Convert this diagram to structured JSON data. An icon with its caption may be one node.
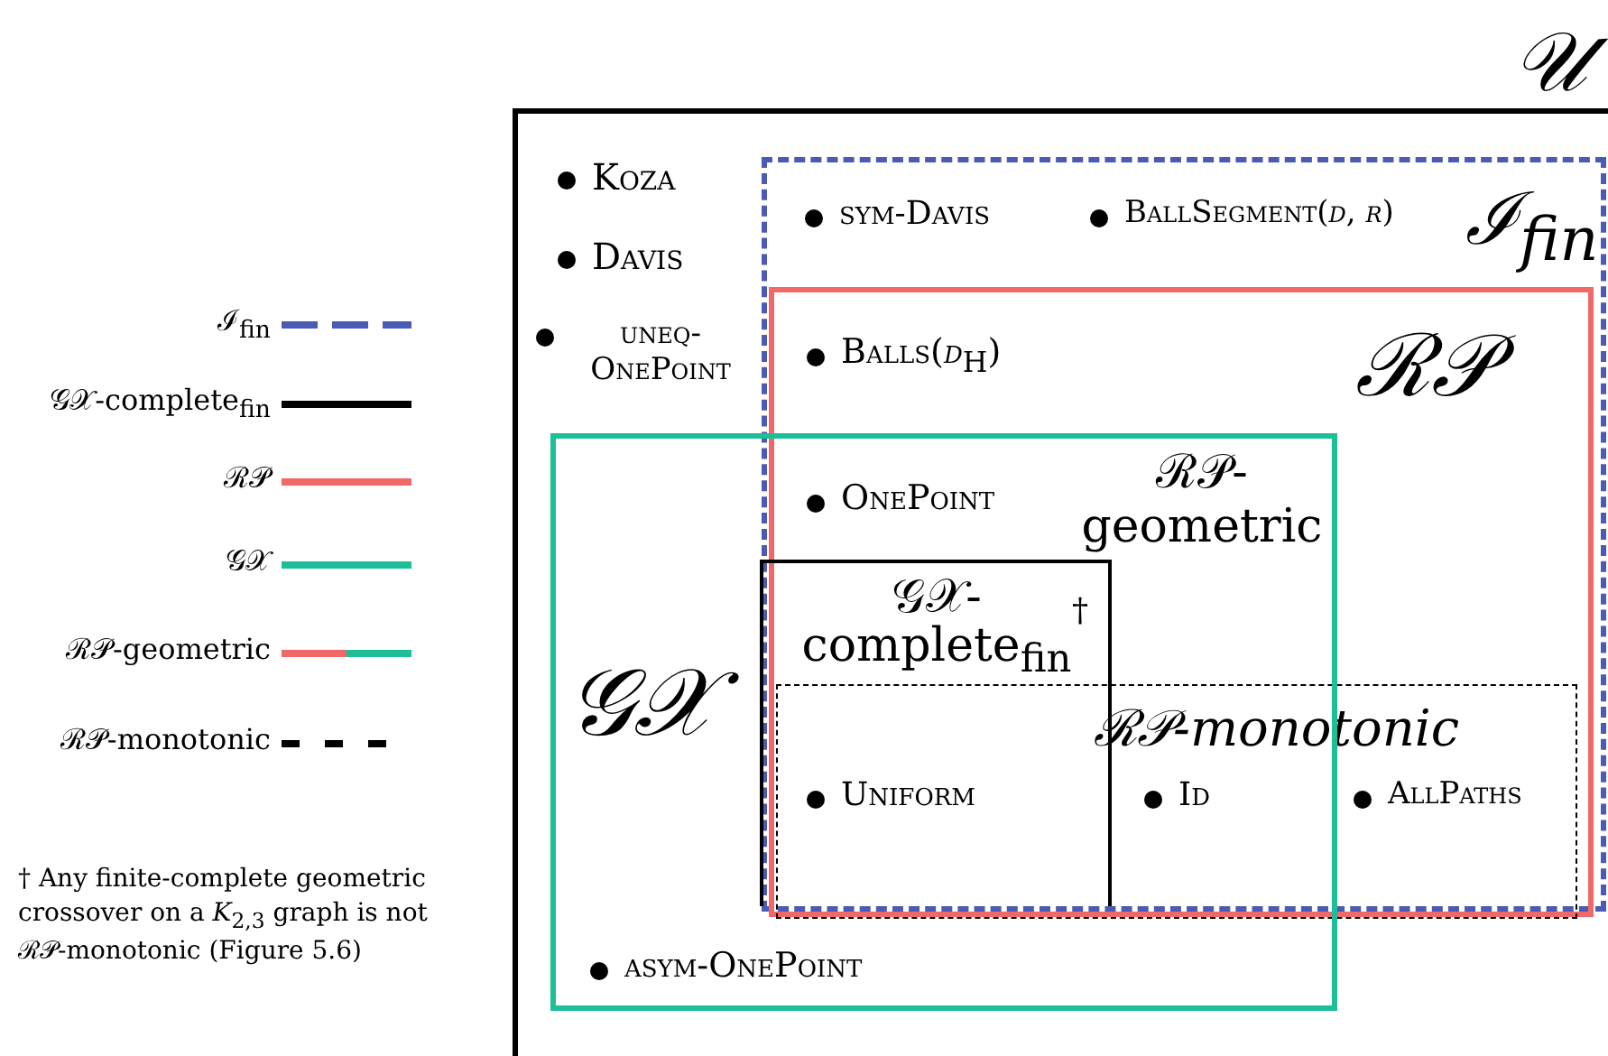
{
  "diagram": {
    "nodes": [
      {
        "text": [
          "𝒰"
        ]
      },
      {
        "text": [
          "ℐ$_{fin}$"
        ],
        "in": 0
      },
      {
        "text": [
          "ℛ𝒫"
        ],
        "in": 1
      },
      {
        "text": [
          "𝒢𝒳"
        ],
        "in": 0
      },
      {
        "text": [
          "𝒢𝒳-complete$_{fin}$"
        ]
      },
      {
        "text": [
          "ℛ𝒫-monotonic"
        ],
        "in": 2
      }
    ],
    "edges": [],
    "labels": [
      "Koza",
      "Davis",
      "uneq-OnePoint",
      "sym-Davis",
      "BallSegment(*d*, *r*)",
      "Balls(*d*$_{H}$)",
      "OnePoint",
      "ℛ𝒫-geometric",
      "†",
      "Uniform",
      "Id",
      "AllPaths",
      "asym-OnePoint",
      "† Any finite-complete geometric crossover on a *K*$_{2,3}$ graph is not ℛ𝒫-monotonic (Figure 5.6)"
    ],
    "legend": [
      {
        "text": "ℐ$_{fin}$"
      },
      {
        "text": "𝒢𝒳-complete$_{fin}$"
      },
      {
        "text": "ℛ𝒫"
      },
      {
        "text": "𝒢𝒳"
      },
      {
        "text": "ℛ𝒫-geometric"
      },
      {
        "text": "ℛ𝒫-monotonic"
      }
    ]
  }
}
